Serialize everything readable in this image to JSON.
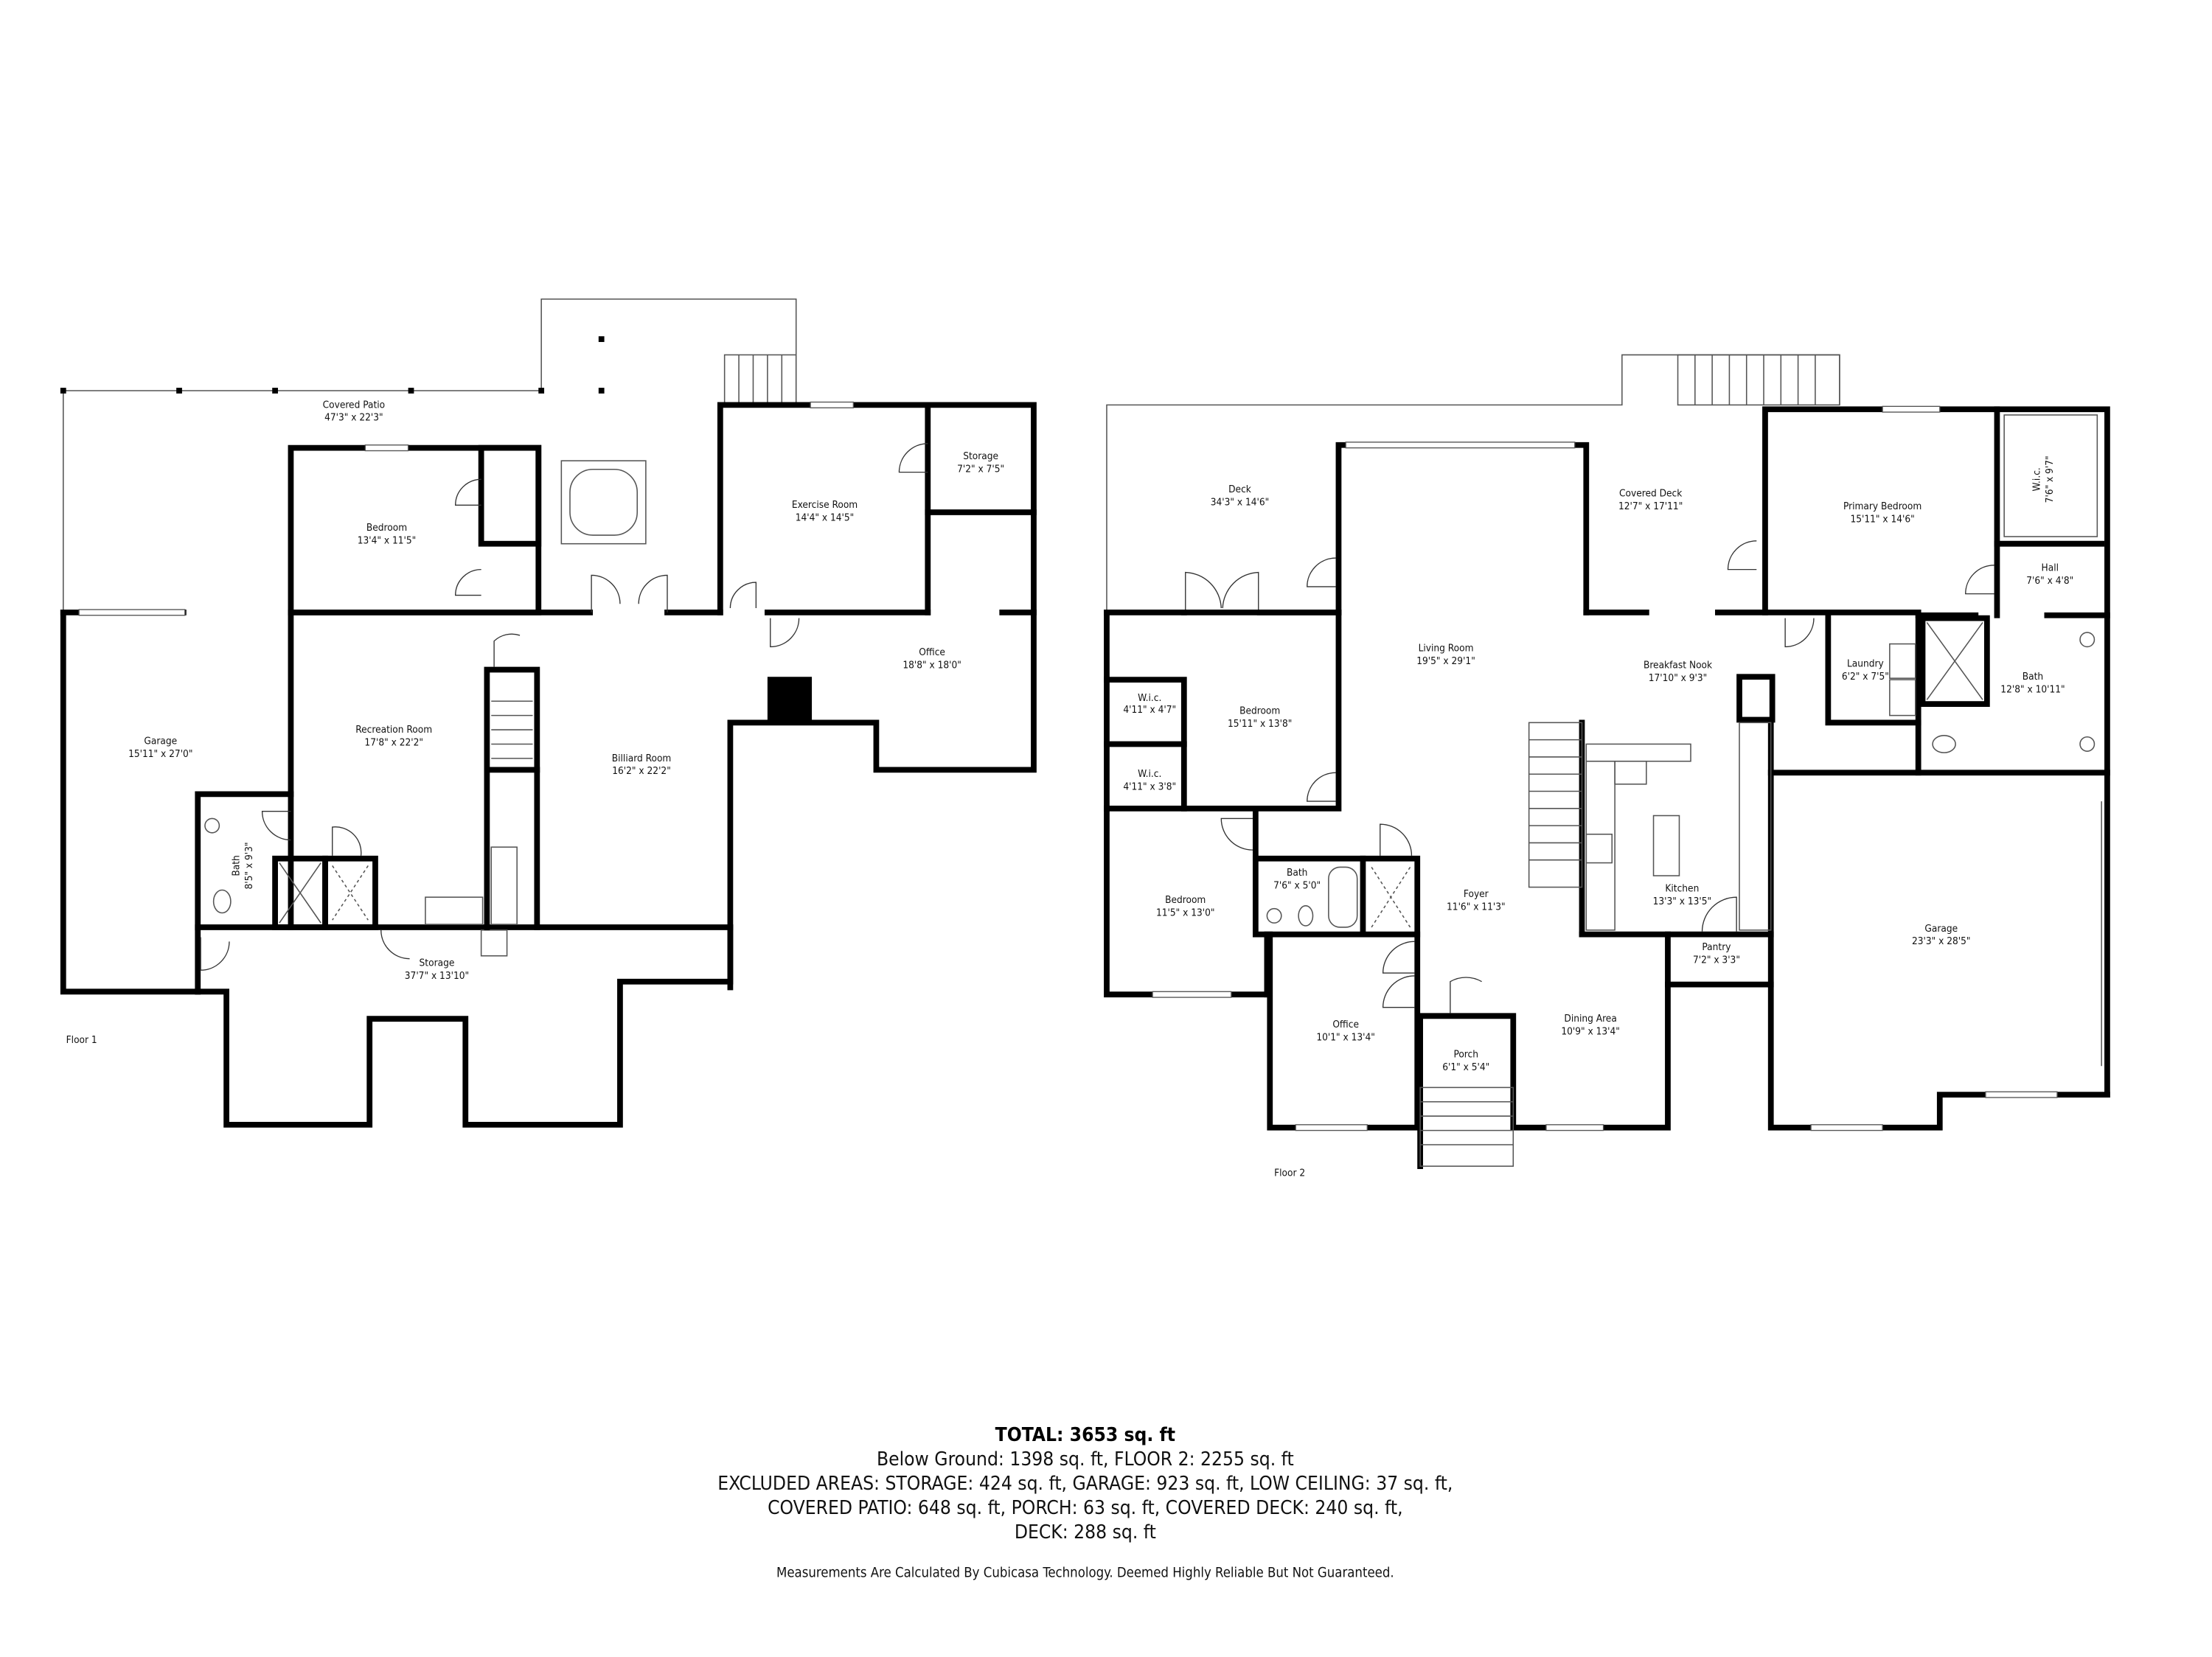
{
  "floor1": {
    "label": "Floor 1",
    "rooms": [
      {
        "name": "Covered Patio",
        "dims": "47'3\" x 22'3\""
      },
      {
        "name": "Bedroom",
        "dims": "13'4\" x 11'5\""
      },
      {
        "name": "Exercise Room",
        "dims": "14'4\" x 14'5\""
      },
      {
        "name": "Storage",
        "dims": "7'2\" x 7'5\""
      },
      {
        "name": "Office",
        "dims": "18'8\" x 18'0\""
      },
      {
        "name": "Garage",
        "dims": "15'11\" x 27'0\""
      },
      {
        "name": "Recreation Room",
        "dims": "17'8\" x 22'2\""
      },
      {
        "name": "Billiard Room",
        "dims": "16'2\" x 22'2\""
      },
      {
        "name": "Bath",
        "dims": "8'5\" x 9'3\""
      },
      {
        "name": "Storage",
        "dims": "37'7\" x 13'10\""
      }
    ]
  },
  "floor2": {
    "label": "Floor 2",
    "rooms": [
      {
        "name": "Deck",
        "dims": "34'3\" x 14'6\""
      },
      {
        "name": "Covered Deck",
        "dims": "12'7\" x 17'11\""
      },
      {
        "name": "Primary Bedroom",
        "dims": "15'11\" x 14'6\""
      },
      {
        "name": "W.i.c.",
        "dims": "7'6\" x 9'7\""
      },
      {
        "name": "Hall",
        "dims": "7'6\" x 4'8\""
      },
      {
        "name": "Living Room",
        "dims": "19'5\" x 29'1\""
      },
      {
        "name": "Breakfast Nook",
        "dims": "17'10\" x 9'3\""
      },
      {
        "name": "Laundry",
        "dims": "6'2\" x 7'5\""
      },
      {
        "name": "Bath",
        "dims": "12'8\" x 10'11\""
      },
      {
        "name": "W.i.c.",
        "dims": "4'11\" x 4'7\""
      },
      {
        "name": "Bedroom",
        "dims": "15'11\" x 13'8\""
      },
      {
        "name": "W.i.c.",
        "dims": "4'11\" x 3'8\""
      },
      {
        "name": "Bedroom",
        "dims": "11'5\" x 13'0\""
      },
      {
        "name": "Bath",
        "dims": "7'6\" x 5'0\""
      },
      {
        "name": "Foyer",
        "dims": "11'6\" x 11'3\""
      },
      {
        "name": "Kitchen",
        "dims": "13'3\" x 13'5\""
      },
      {
        "name": "Pantry",
        "dims": "7'2\" x 3'3\""
      },
      {
        "name": "Garage",
        "dims": "23'3\" x 28'5\""
      },
      {
        "name": "Office",
        "dims": "10'1\" x 13'4\""
      },
      {
        "name": "Porch",
        "dims": "6'1\" x 5'4\""
      },
      {
        "name": "Dining Area",
        "dims": "10'9\" x 13'4\""
      }
    ]
  },
  "summary": {
    "total": "TOTAL: 3653 sq. ft",
    "line1": "Below Ground: 1398 sq. ft, FLOOR 2: 2255 sq. ft",
    "line2": "EXCLUDED AREAS: STORAGE: 424 sq. ft, GARAGE: 923 sq. ft, LOW CEILING: 37 sq. ft,",
    "line3": "COVERED PATIO: 648 sq. ft, PORCH: 63 sq. ft, COVERED DECK: 240 sq. ft,",
    "line4": "DECK: 288 sq. ft",
    "disclaimer": "Measurements Are Calculated By Cubicasa Technology. Deemed Highly Reliable But Not Guaranteed."
  }
}
